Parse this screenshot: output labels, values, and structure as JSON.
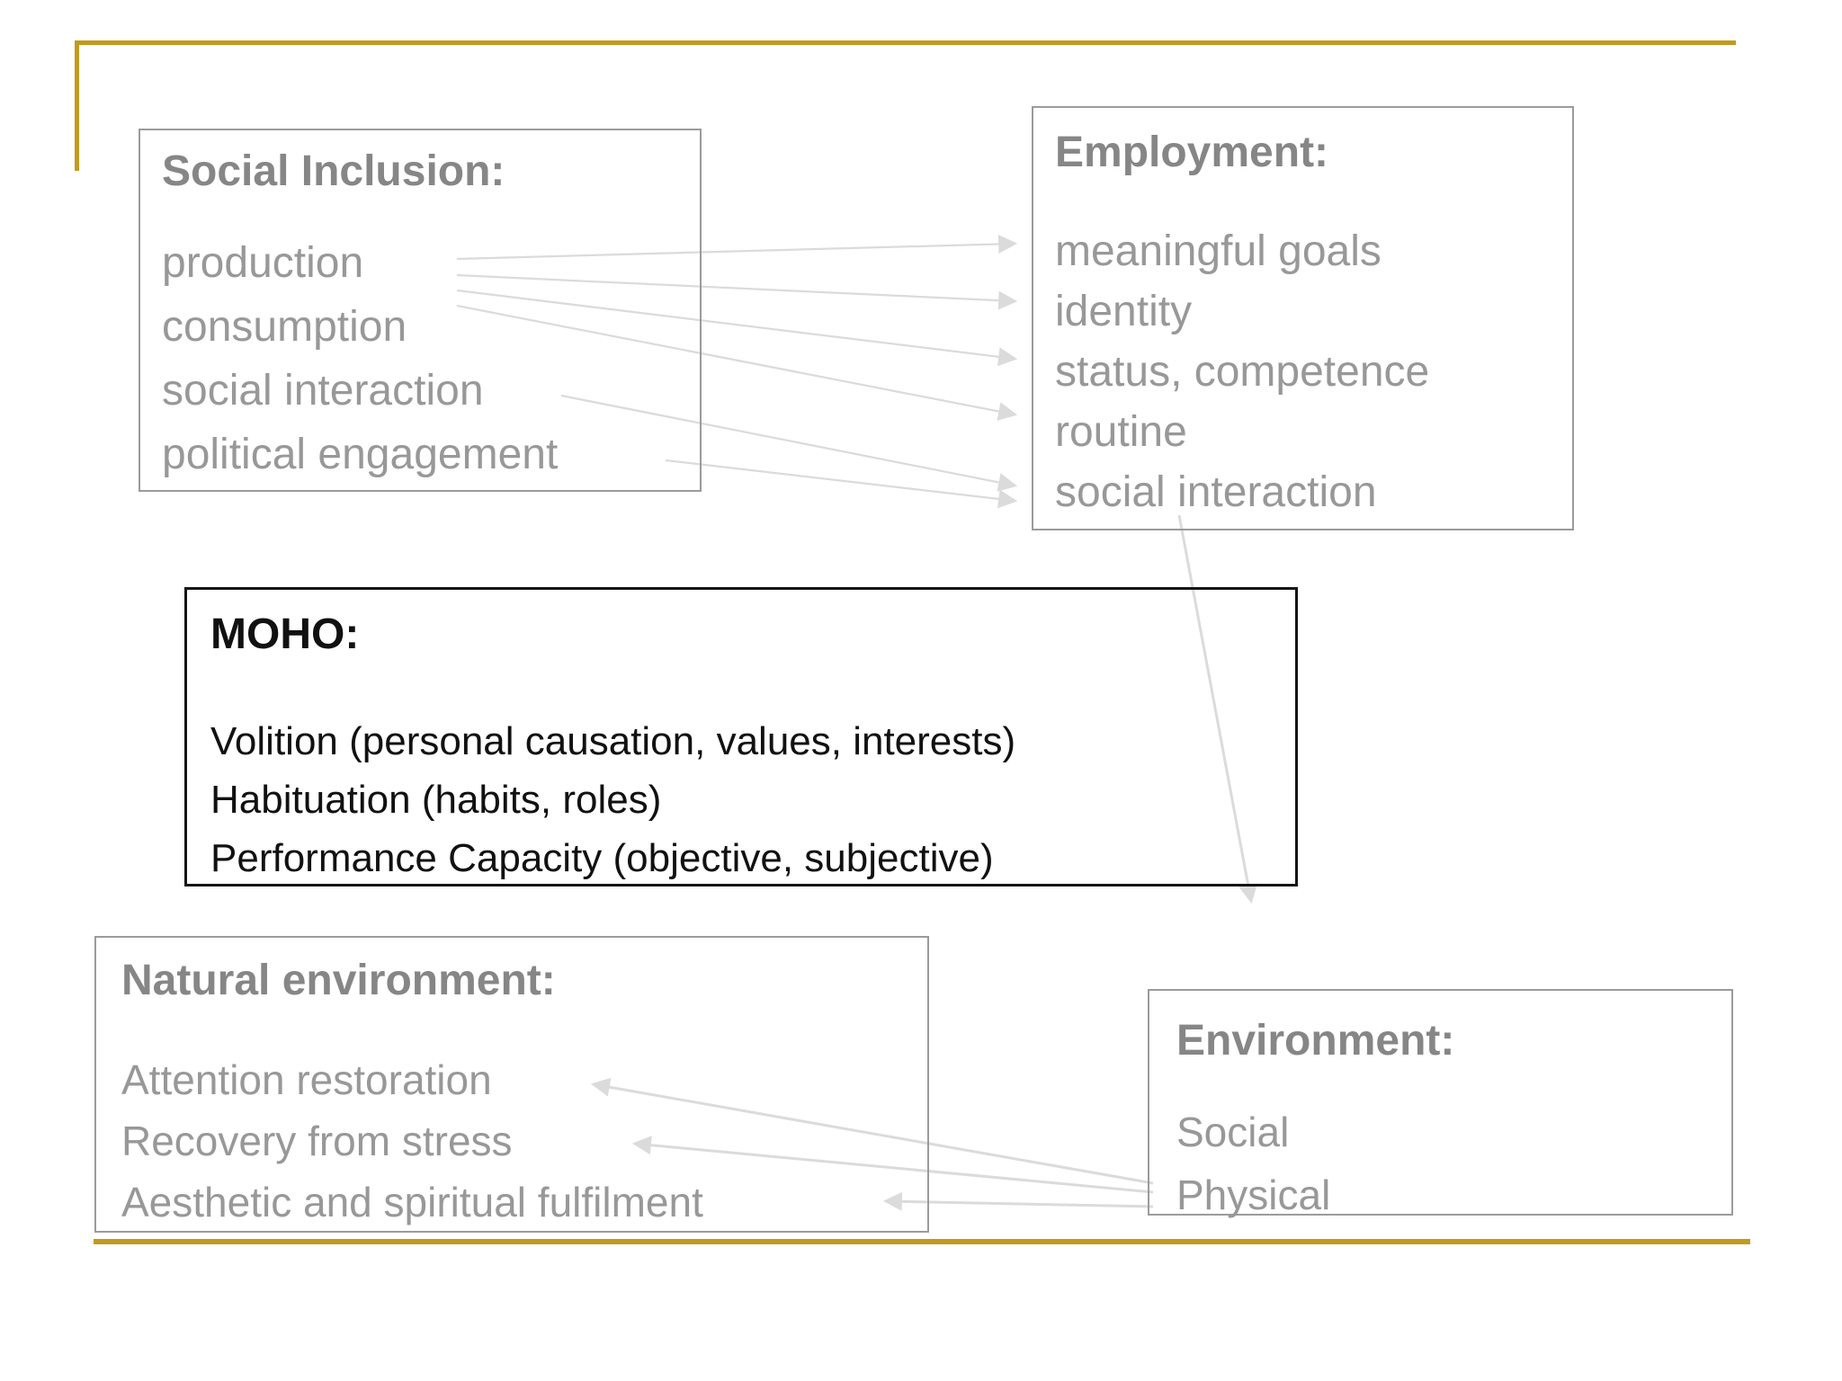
{
  "slide": {
    "background": "#FFFFFF",
    "accent_colors": {
      "gold_border": "#C29A1E",
      "box_border_gray": "#9B9B9B",
      "title_text_gray": "#868686",
      "item_text_gray": "#989898",
      "moho_border_black": "#151515",
      "moho_text_black": "#111111",
      "arrow_light_gray": "#DBDBDB"
    }
  },
  "boxes": {
    "social_inclusion": {
      "title": "Social Inclusion:",
      "items": [
        "production",
        "consumption",
        "social interaction",
        "political engagement"
      ]
    },
    "employment": {
      "title": "Employment:",
      "items": [
        "meaningful goals",
        "identity",
        "status, competence",
        "routine",
        "social interaction"
      ]
    },
    "moho": {
      "title": "MOHO:",
      "items": [
        "Volition (personal causation, values, interests)",
        "Habituation (habits, roles)",
        "Performance Capacity (objective, subjective)"
      ]
    },
    "natural_environment": {
      "title": "Natural environment:",
      "items": [
        "Attention restoration",
        "Recovery from stress",
        "Aesthetic and spiritual fulfilment"
      ]
    },
    "environment": {
      "title": "Environment:",
      "items": [
        "Social",
        "Physical"
      ]
    }
  },
  "connections": [
    {
      "from": "Social Inclusion: production",
      "to": "Employment: meaningful goals"
    },
    {
      "from": "Social Inclusion: production",
      "to": "Employment: identity"
    },
    {
      "from": "Social Inclusion: production",
      "to": "Employment: status, competence"
    },
    {
      "from": "Social Inclusion: production",
      "to": "Employment: routine"
    },
    {
      "from": "Social Inclusion: social interaction",
      "to": "Employment: social interaction"
    },
    {
      "from": "Social Inclusion: political engagement",
      "to": "Employment: social interaction"
    },
    {
      "from": "Employment",
      "to": "Environment"
    },
    {
      "from": "Environment",
      "to": "Natural environment: Attention restoration"
    },
    {
      "from": "Environment",
      "to": "Natural environment: Recovery from stress"
    },
    {
      "from": "Environment",
      "to": "Natural environment: Aesthetic and spiritual fulfilment"
    }
  ]
}
